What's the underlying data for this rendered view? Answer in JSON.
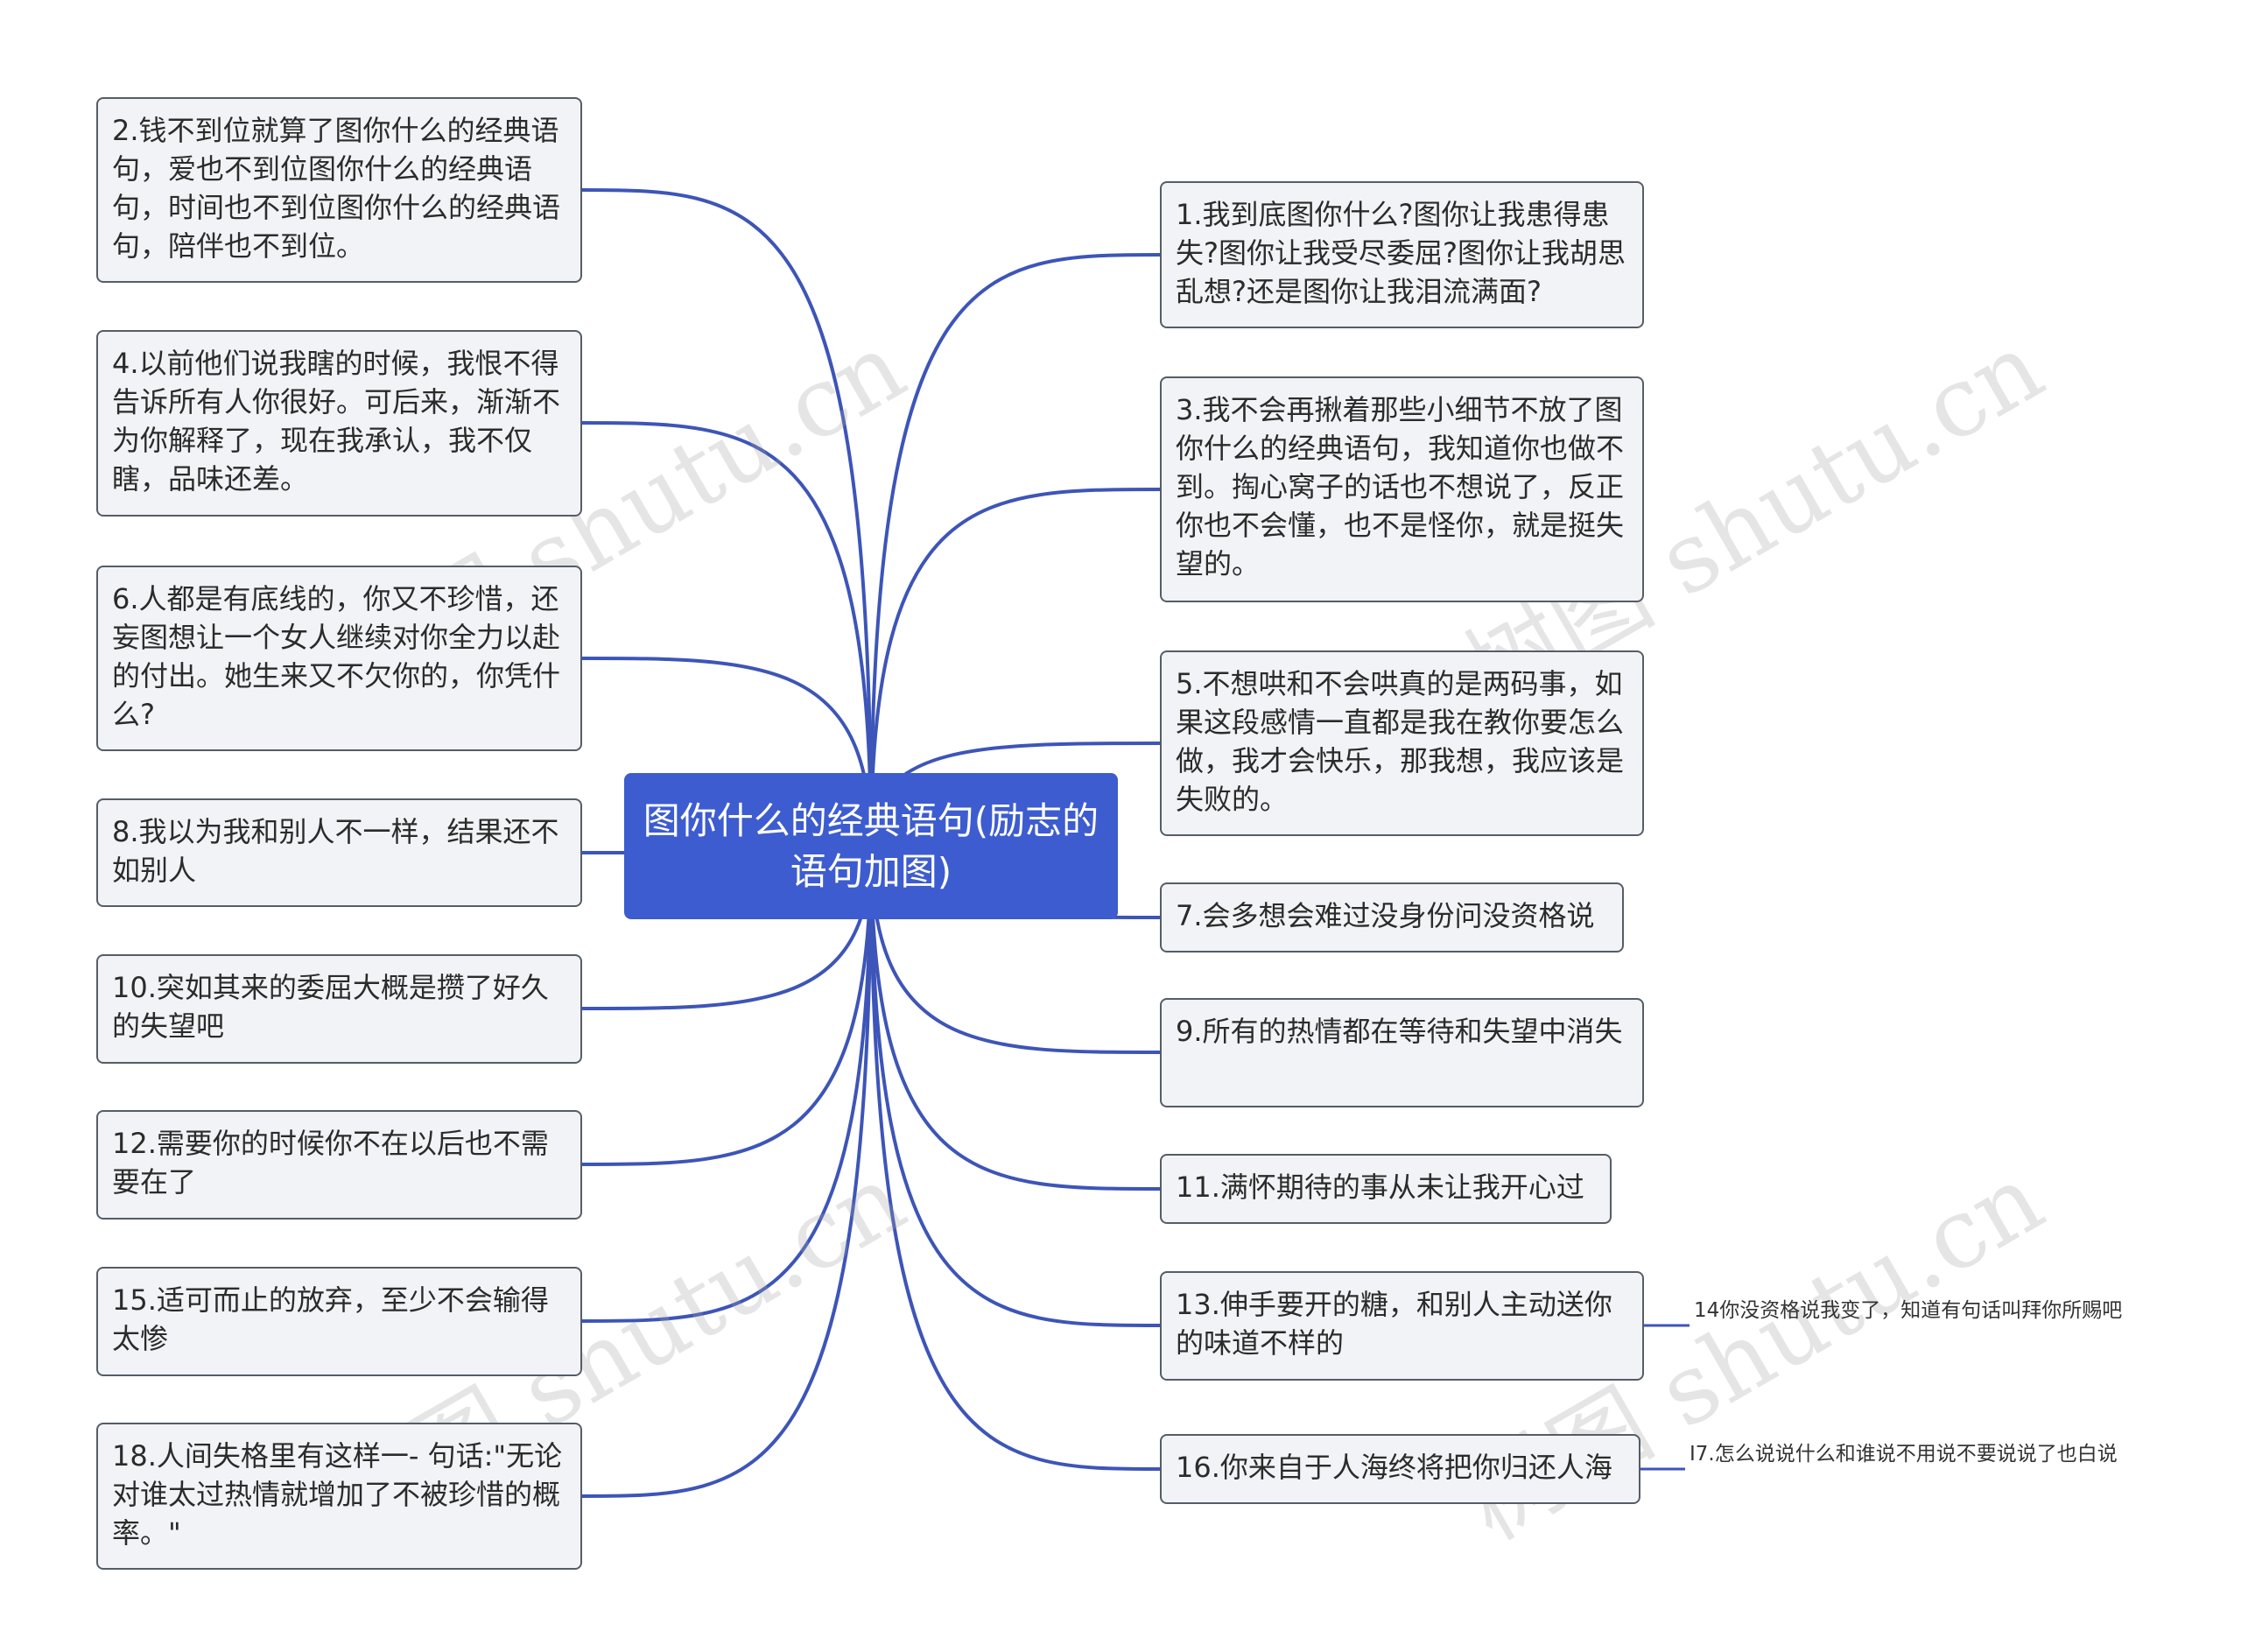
{
  "root": {
    "label": "图你什么的经典语句(励志的语句加图)"
  },
  "left_nodes": [
    {
      "label": "2.钱不到位就算了图你什么的经典语句，爱也不到位图你什么的经典语句，时间也不到位图你什么的经典语句，陪伴也不到位。"
    },
    {
      "label": "4.以前他们说我瞎的时候，我恨不得告诉所有人你很好。可后来，渐渐不为你解释了，现在我承认，我不仅瞎，品味还差。"
    },
    {
      "label": "6.人都是有底线的，你又不珍惜，还妄图想让一个女人继续对你全力以赴的付出。她生来又不欠你的，你凭什么?"
    },
    {
      "label": "8.我以为我和别人不一样，结果还不如别人"
    },
    {
      "label": "10.突如其来的委屈大概是攒了好久的失望吧"
    },
    {
      "label": "12.需要你的时候你不在以后也不需要在了"
    },
    {
      "label": "15.适可而止的放弃，至少不会输得太惨"
    },
    {
      "label": "18.人间失格里有这样一- 句话:\"无论对谁太过热情就增加了不被珍惜的概率。\""
    }
  ],
  "right_nodes": [
    {
      "label": "1.我到底图你什么?图你让我患得患失?图你让我受尽委屈?图你让我胡思乱想?还是图你让我泪流满面?"
    },
    {
      "label": "3.我不会再揪着那些小细节不放了图你什么的经典语句，我知道你也做不到。掏心窝子的话也不想说了，反正你也不会懂，也不是怪你，就是挺失望的。"
    },
    {
      "label": "5.不想哄和不会哄真的是两码事，如果这段感情一直都是我在教你要怎么做，我才会快乐，那我想，我应该是失败的。"
    },
    {
      "label": "7.会多想会难过没身份问没资格说"
    },
    {
      "label": "9.所有的热情都在等待和失望中消失"
    },
    {
      "label": "11.满怀期待的事从未让我开心过"
    },
    {
      "label": "13.伸手要开的糖，和别人主动送你的味道不样的"
    },
    {
      "label": "16.你来自于人海终将把你归还人海"
    }
  ],
  "sub_nodes": [
    {
      "label": "14你没资格说我变了，知道有句话叫拜你所赐吧"
    },
    {
      "label": "I7.怎么说说什么和谁说不用说不要说说了也白说"
    }
  ],
  "watermark": "树图 shutu.cn",
  "colors": {
    "edge": "#3d55b8",
    "root_fill": "#3d5ccf",
    "node_fill": "#f1f3f6",
    "node_border": "#555d66"
  }
}
